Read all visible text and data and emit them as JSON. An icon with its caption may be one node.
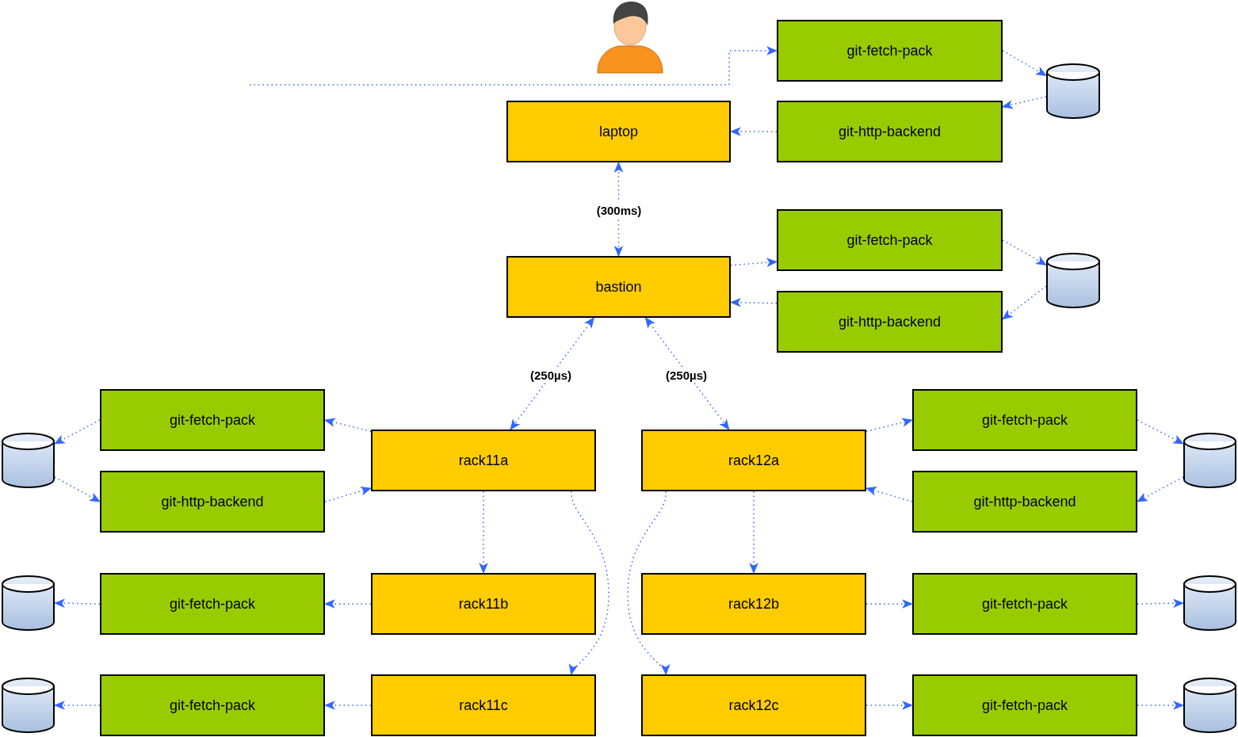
{
  "diagram": {
    "nodes": [
      {
        "text": [
          "git-fetch-pack"
        ]
      },
      {
        "text": [],
        "shape": "cylinder"
      },
      {
        "text": [
          "laptop"
        ]
      },
      {
        "text": [
          "git-http-backend"
        ]
      },
      {
        "text": [
          "git-fetch-pack"
        ]
      },
      {
        "text": [],
        "shape": "cylinder"
      },
      {
        "text": [
          "bastion"
        ]
      },
      {
        "text": [
          "git-http-backend"
        ]
      },
      {
        "text": [],
        "shape": "cylinder"
      },
      {
        "text": [
          "git-fetch-pack"
        ]
      },
      {
        "text": [
          "rack11a"
        ]
      },
      {
        "text": [
          "rack12a"
        ]
      },
      {
        "text": [
          "git-fetch-pack"
        ]
      },
      {
        "text": [],
        "shape": "cylinder"
      },
      {
        "text": [
          "git-http-backend"
        ]
      },
      {
        "text": [
          "git-http-backend"
        ]
      },
      {
        "text": [],
        "shape": "cylinder"
      },
      {
        "text": [
          "git-fetch-pack"
        ]
      },
      {
        "text": [
          "rack11b"
        ]
      },
      {
        "text": [
          "rack12b"
        ]
      },
      {
        "text": [
          "git-fetch-pack"
        ]
      },
      {
        "text": [],
        "shape": "cylinder"
      },
      {
        "text": [],
        "shape": "cylinder"
      },
      {
        "text": [
          "git-fetch-pack"
        ]
      },
      {
        "text": [
          "rack11c"
        ]
      },
      {
        "text": [
          "rack12c"
        ]
      },
      {
        "text": [
          "git-fetch-pack"
        ]
      },
      {
        "text": [],
        "shape": "cylinder"
      }
    ],
    "edges": [
      {
        "from": null,
        "to": 0,
        "arrow": "to"
      },
      {
        "from": 0,
        "to": 1,
        "arrow": "to"
      },
      {
        "from": 1,
        "to": 3,
        "arrow": "to"
      },
      {
        "from": 3,
        "to": 2,
        "arrow": "to"
      },
      {
        "from": 6,
        "to": 2,
        "arrow": "both",
        "label": "(300ms)"
      },
      {
        "from": 6,
        "to": 4,
        "arrow": "to"
      },
      {
        "from": 4,
        "to": 5,
        "arrow": "to"
      },
      {
        "from": 5,
        "to": 7,
        "arrow": "to"
      },
      {
        "from": 7,
        "to": 6,
        "arrow": "to"
      },
      {
        "from": 10,
        "to": 6,
        "arrow": "both",
        "label": "(250µs)"
      },
      {
        "from": 11,
        "to": 6,
        "arrow": "both",
        "label": "(250µs)"
      },
      {
        "from": 10,
        "to": 9,
        "arrow": "to"
      },
      {
        "from": 9,
        "to": 8,
        "arrow": "to"
      },
      {
        "from": 8,
        "to": 14,
        "arrow": "to"
      },
      {
        "from": 14,
        "to": 10,
        "arrow": "to"
      },
      {
        "from": 11,
        "to": 12,
        "arrow": "to"
      },
      {
        "from": 12,
        "to": 13,
        "arrow": "to"
      },
      {
        "from": 13,
        "to": 15,
        "arrow": "to"
      },
      {
        "from": 15,
        "to": 11,
        "arrow": "to"
      },
      {
        "from": 10,
        "to": 18,
        "arrow": "to"
      },
      {
        "from": 10,
        "to": 24,
        "arrow": "to"
      },
      {
        "from": 11,
        "to": 19,
        "arrow": "to"
      },
      {
        "from": 11,
        "to": 25,
        "arrow": "to"
      },
      {
        "from": 18,
        "to": 17,
        "arrow": "to"
      },
      {
        "from": 17,
        "to": 16,
        "arrow": "to"
      },
      {
        "from": 24,
        "to": 23,
        "arrow": "to"
      },
      {
        "from": 23,
        "to": 22,
        "arrow": "to"
      },
      {
        "from": 19,
        "to": 20,
        "arrow": "to"
      },
      {
        "from": 20,
        "to": 21,
        "arrow": "to"
      },
      {
        "from": 25,
        "to": 26,
        "arrow": "to"
      },
      {
        "from": 26,
        "to": 27,
        "arrow": "to"
      }
    ]
  }
}
